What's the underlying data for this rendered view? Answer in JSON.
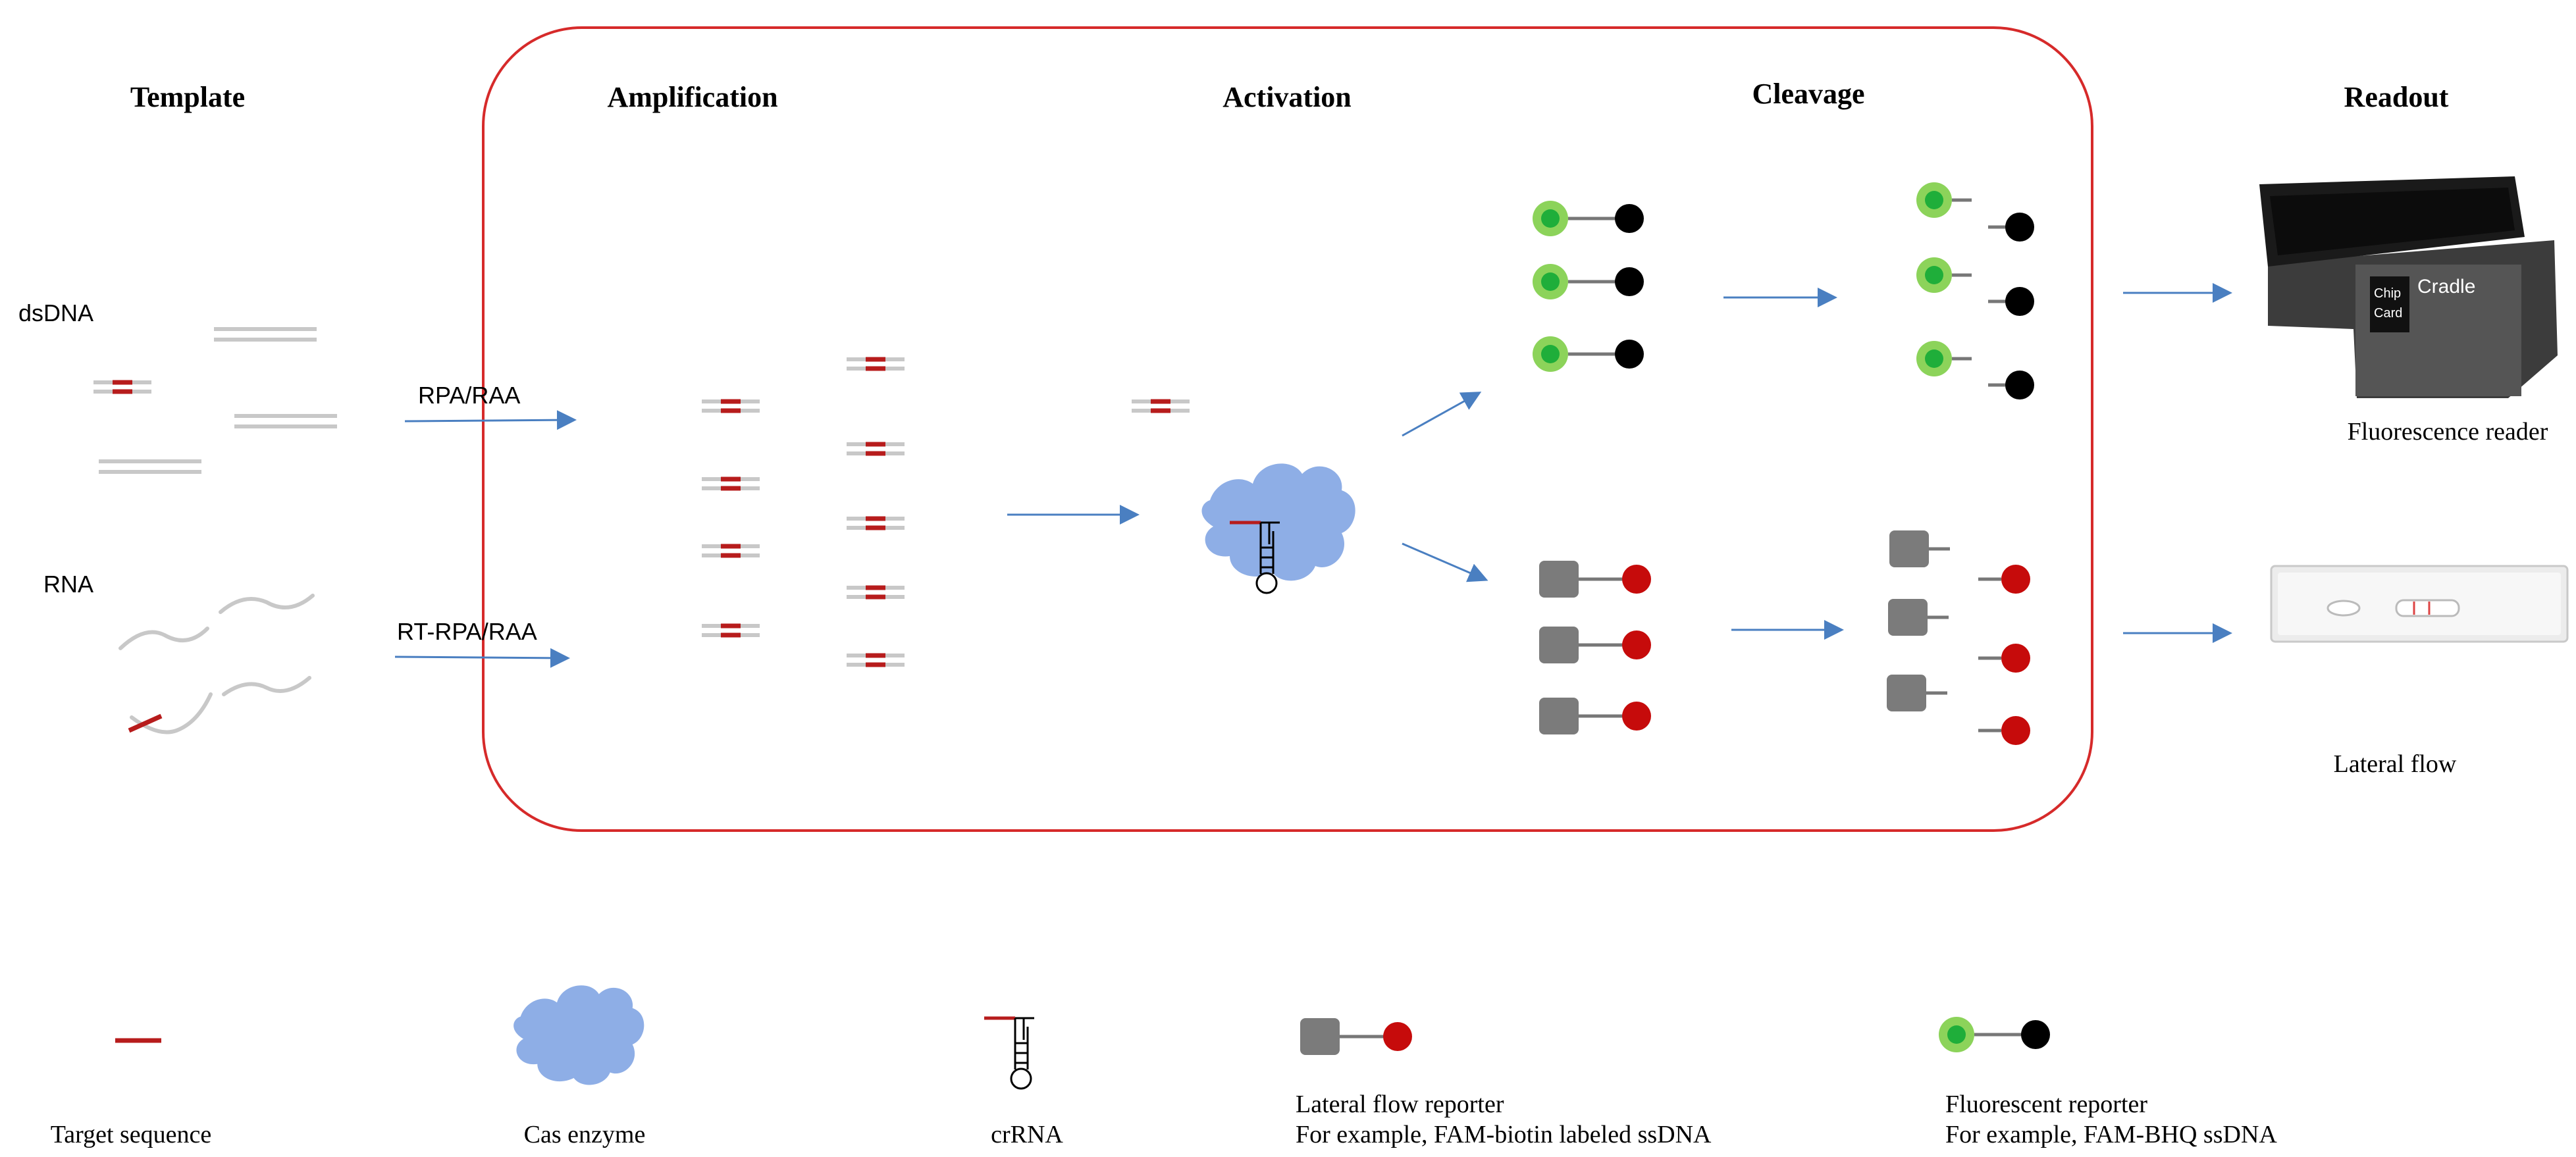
{
  "headers": {
    "template": "Template",
    "amplification": "Amplification",
    "activation": "Activation",
    "cleavage": "Cleavage",
    "readout": "Readout"
  },
  "template_labels": {
    "dsdna": "dsDNA",
    "rna": "RNA"
  },
  "arrow_labels": {
    "rpa": "RPA/RAA",
    "rt_rpa": "RT-RPA/RAA"
  },
  "readout": {
    "fluorescence_reader": "Fluorescence reader",
    "lateral_flow": "Lateral flow",
    "device_chip": "Chip",
    "device_card": "Card",
    "device_cradle": "Cradle"
  },
  "legend": {
    "target_sequence": "Target  sequence",
    "cas_enzyme": "Cas enzyme",
    "crrna": "crRNA",
    "lateral_flow_reporter": "Lateral flow reporter",
    "lateral_flow_example": "For example, FAM-biotin labeled ssDNA",
    "fluorescent_reporter": "Fluorescent reporter",
    "fluorescent_example": "For example, FAM-BHQ ssDNA"
  },
  "colors": {
    "frame": "#d62a2a",
    "target": "#b71c1c",
    "strand": "#c8c8c8",
    "arrow": "#4a7fc1",
    "cas": "#8eaee6",
    "fluor_outer": "#8cd35a",
    "fluor_inner": "#1fae3a",
    "quencher": "#000000",
    "biotin_red": "#c60b0b",
    "fam_gray": "#7b7b7b"
  }
}
